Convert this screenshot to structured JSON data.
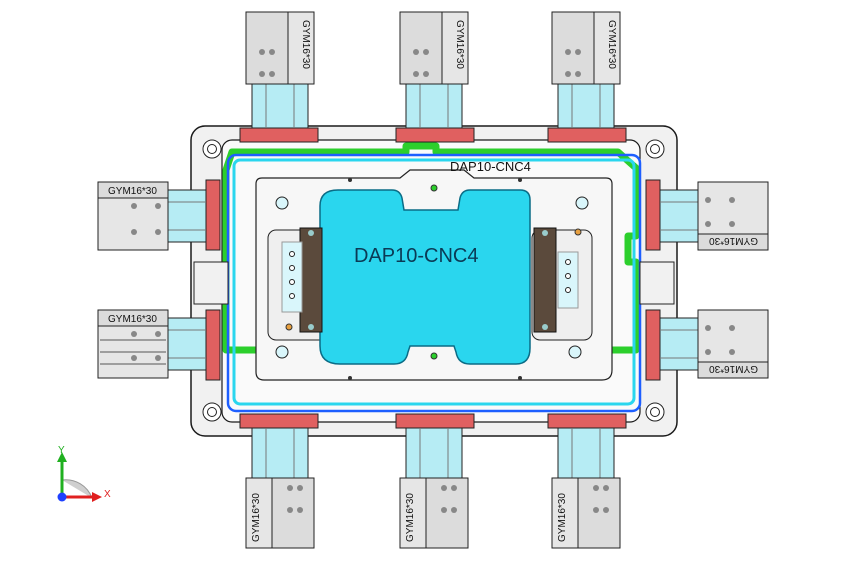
{
  "part_labels": {
    "fixture_top": "DAP10-CNC4",
    "fixture_center": "DAP10-CNC4"
  },
  "cylinder_label": "GYM16*30",
  "triad": {
    "x_label": "X",
    "y_label": "Y"
  },
  "colors": {
    "background": "#ffffff",
    "base_plate": "#f1f1f1",
    "outline": "#1a1a1a",
    "cyan_part": "#2ad6ee",
    "blue_frame": "#1e5fff",
    "green_frame": "#2ccf2c",
    "red_clamp": "#e06060",
    "light_blue_rod": "#b6ecf4",
    "cylinder_body": "#e6e6e6",
    "dark_block": "#5b4a3c",
    "axis_x": "#e02020",
    "axis_y": "#20b020",
    "axis_z": "#1e40ff"
  }
}
